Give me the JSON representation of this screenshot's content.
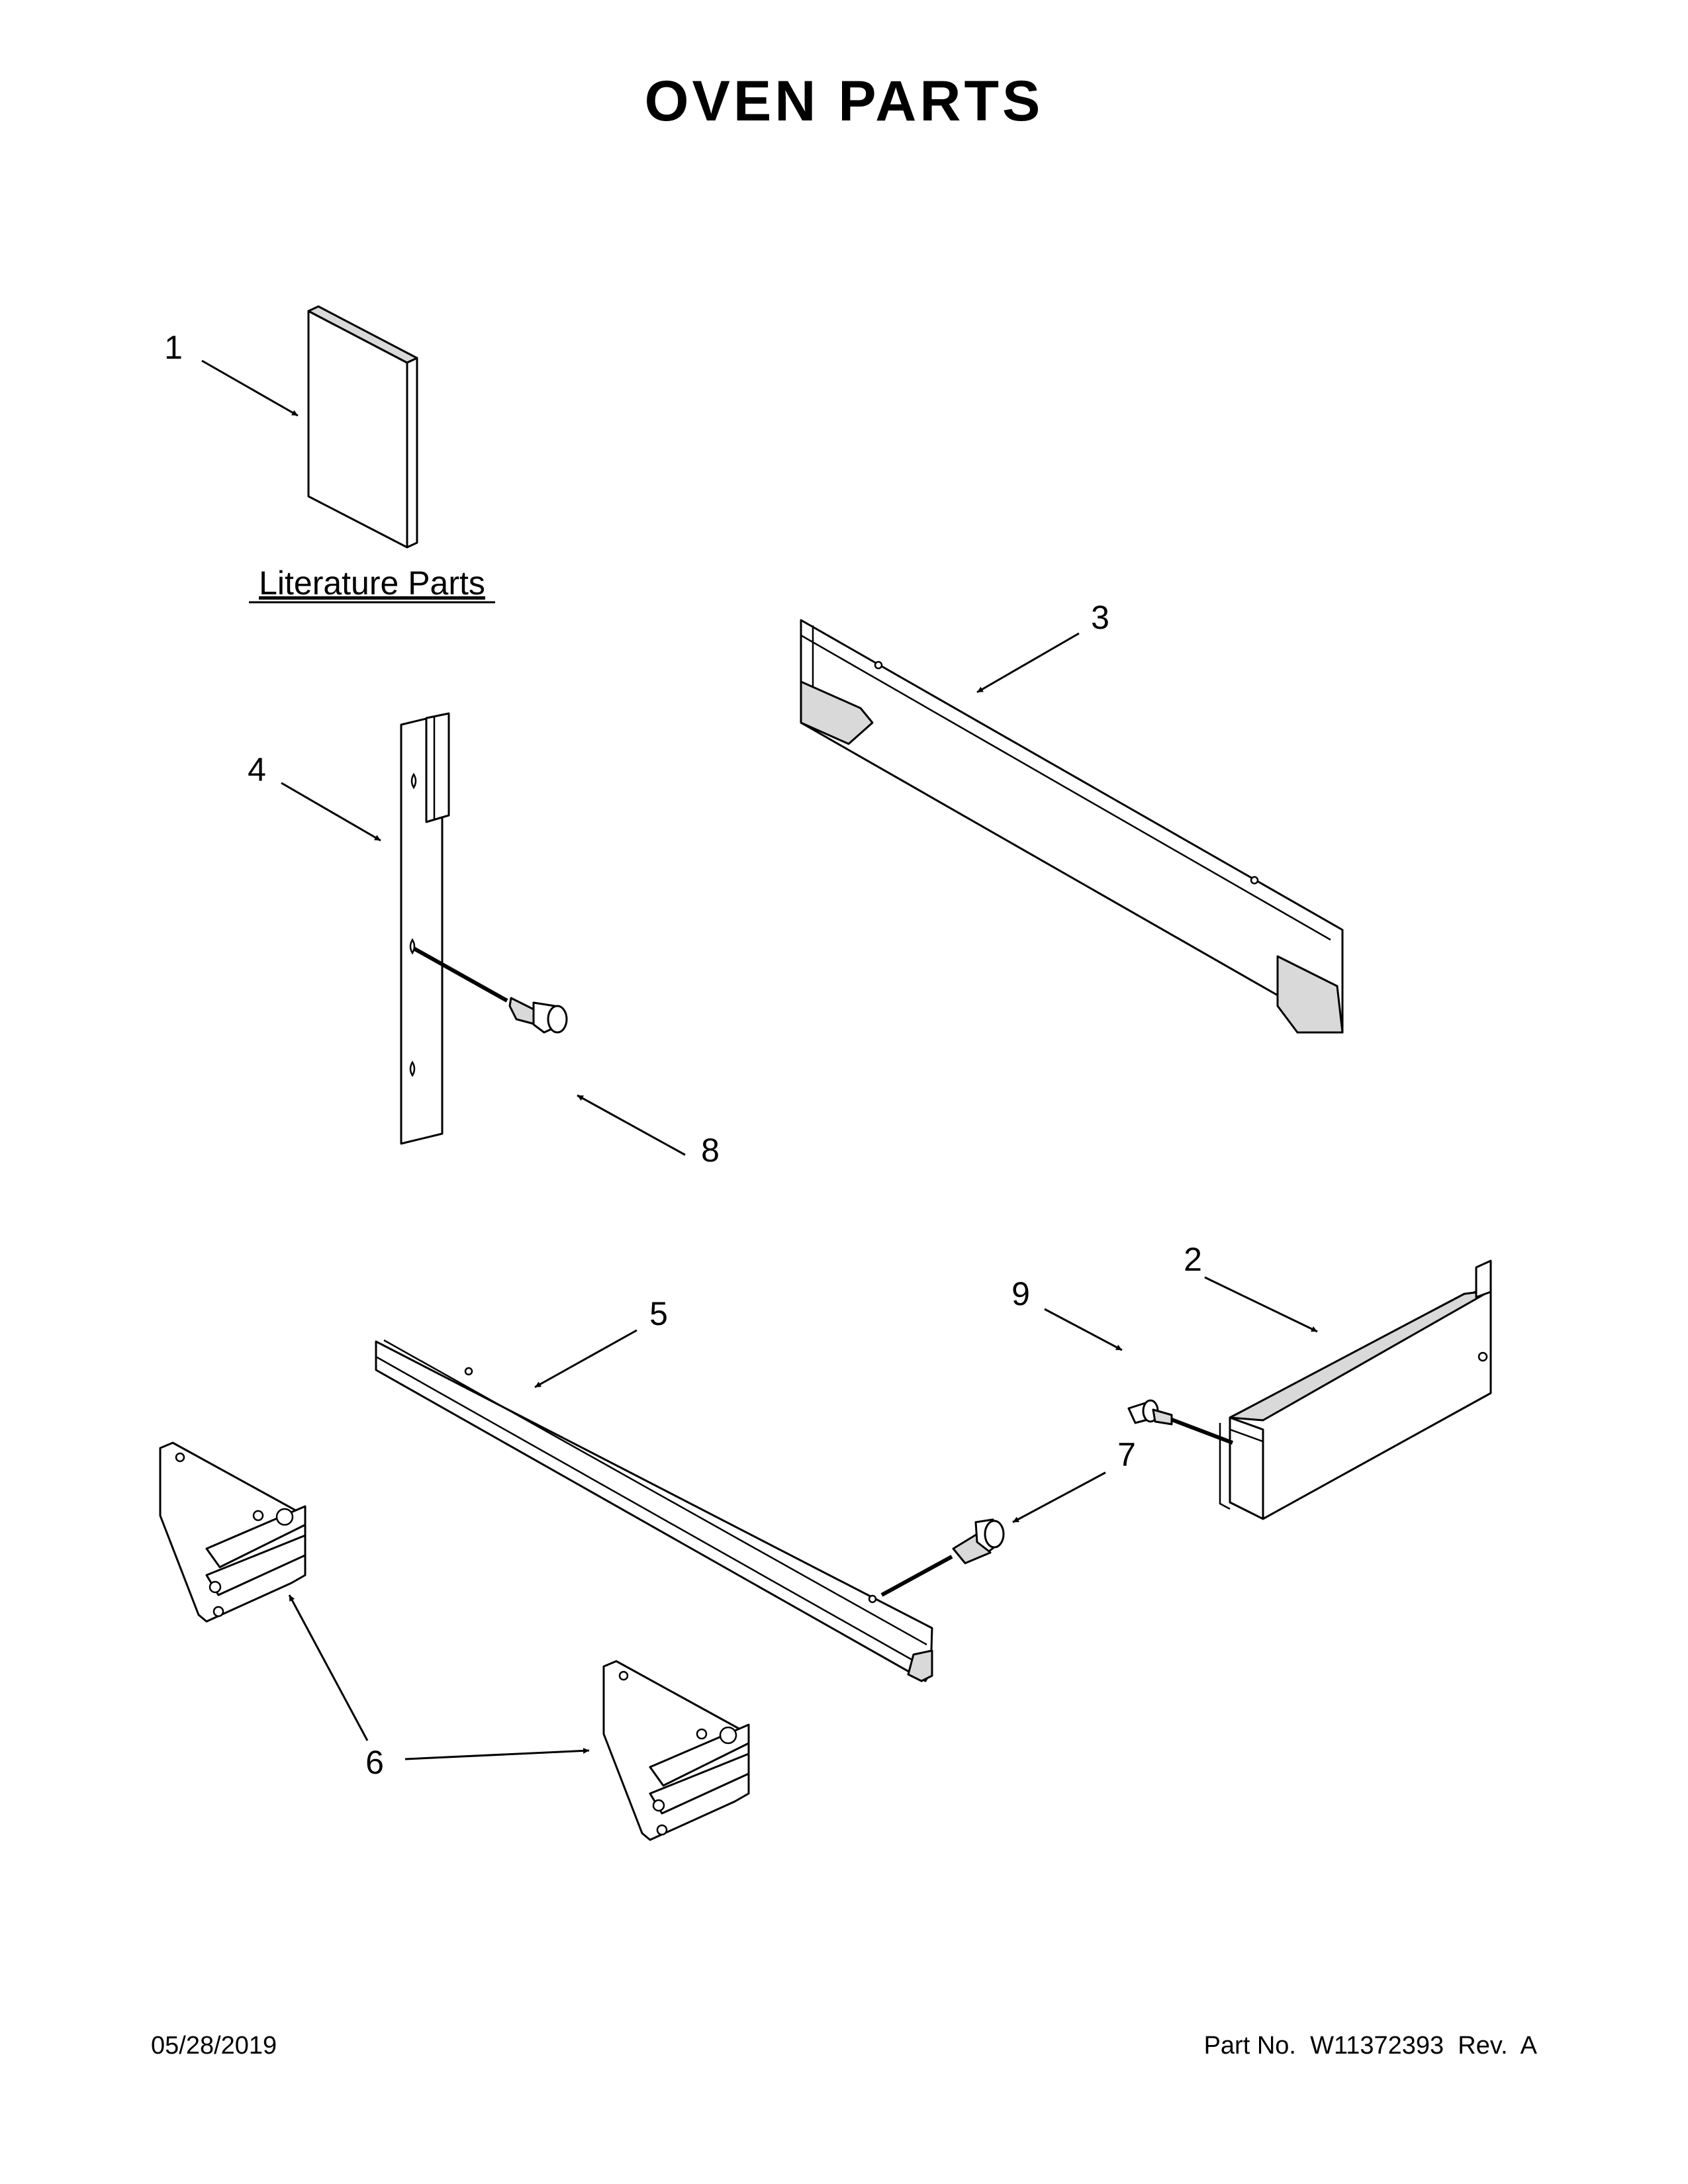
{
  "page": {
    "title": "OVEN PARTS",
    "section_label": "Literature Parts",
    "footer": {
      "date": "05/28/2019",
      "part_number": "Part No.  W11372393  Rev.  A"
    }
  },
  "callouts": [
    "1",
    "2",
    "3",
    "4",
    "5",
    "6",
    "7",
    "8",
    "9"
  ]
}
